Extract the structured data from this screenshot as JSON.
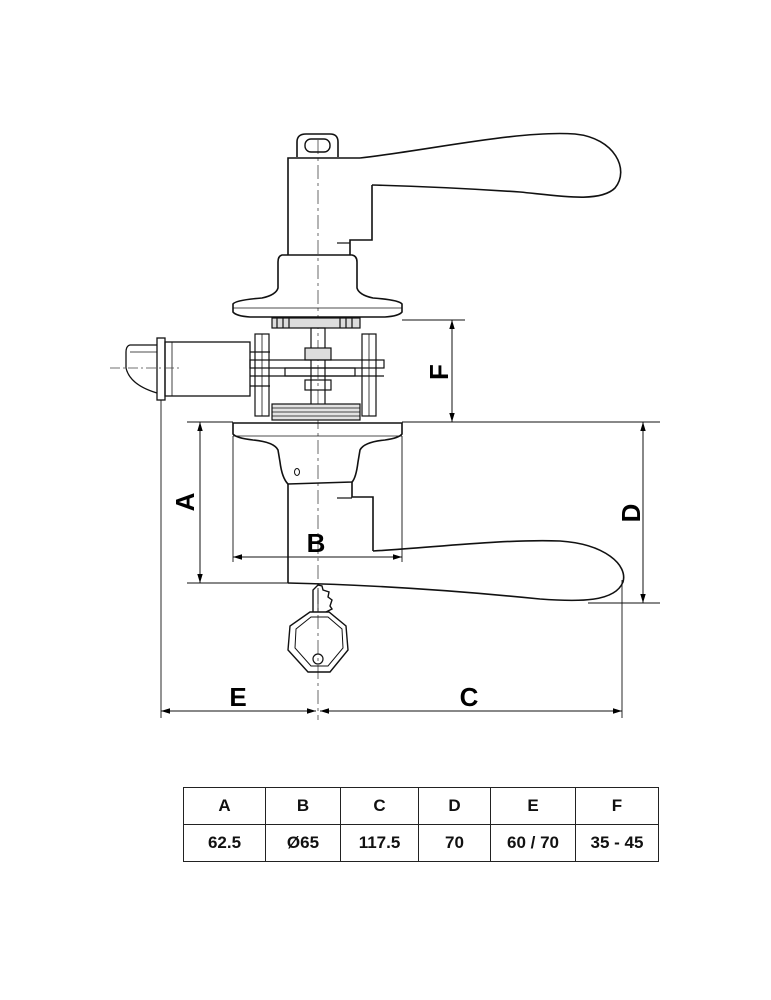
{
  "dimension_labels": {
    "a": "A",
    "b": "B",
    "c": "C",
    "d": "D",
    "e": "E",
    "f": "F"
  },
  "table": {
    "headers": [
      "A",
      "B",
      "C",
      "D",
      "E",
      "F"
    ],
    "values": [
      "62.5",
      "Ø65",
      "117.5",
      "70",
      "60 / 70",
      "35 - 45"
    ]
  }
}
